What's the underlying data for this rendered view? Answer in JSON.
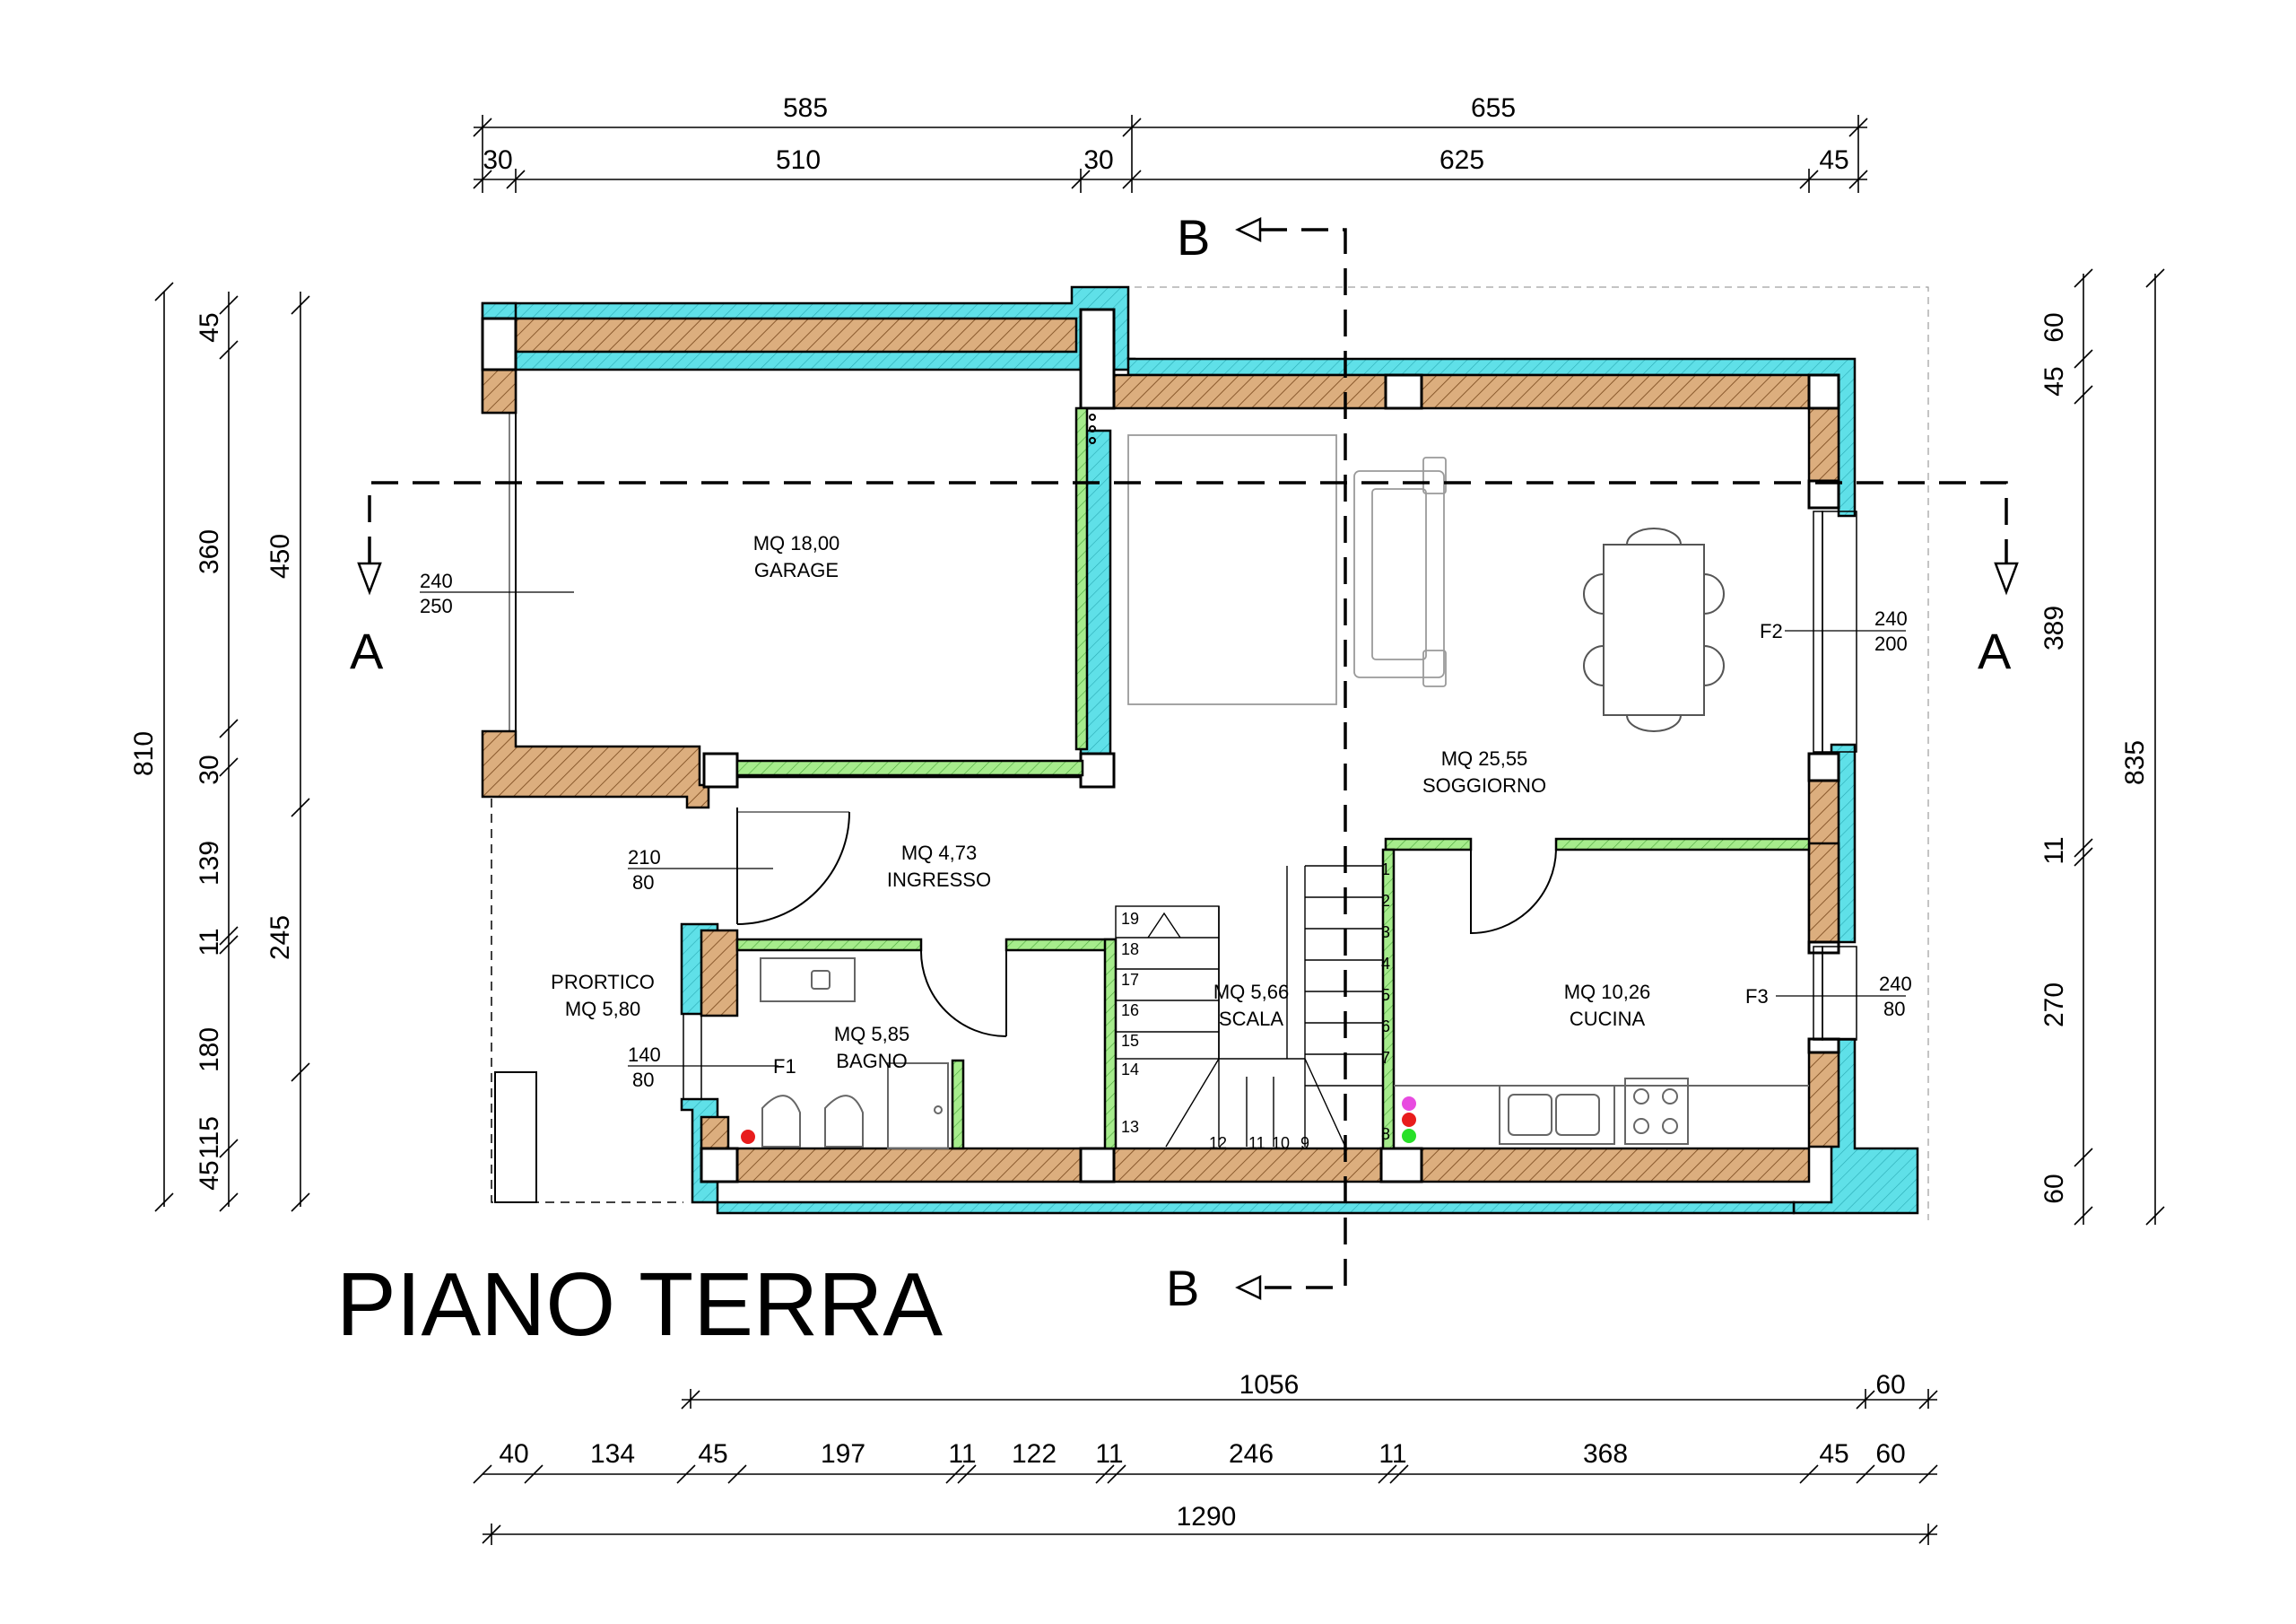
{
  "title": "PIANO TERRA",
  "section_marks": {
    "a": "A",
    "b": "B"
  },
  "rooms": {
    "garage": {
      "area": "MQ 18,00",
      "name": "GARAGE"
    },
    "soggiorno": {
      "area": "MQ 25,55",
      "name": "SOGGIORNO"
    },
    "ingresso": {
      "area": "MQ 4,73",
      "name": "INGRESSO"
    },
    "scala": {
      "area": "MQ 5,66",
      "name": "SCALA"
    },
    "cucina": {
      "area": "MQ 10,26",
      "name": "CUCINA"
    },
    "bagno": {
      "area": "MQ 5,85",
      "name": "BAGNO"
    },
    "portico": {
      "name": "PRORTICO",
      "area": "MQ 5,80"
    }
  },
  "openings": {
    "garage_door": {
      "h": "240",
      "w": "250"
    },
    "entry_door": {
      "h": "210",
      "w": "80"
    },
    "f1": {
      "id": "F1",
      "h": "140",
      "w": "80"
    },
    "f2": {
      "id": "F2",
      "h": "240",
      "w": "200"
    },
    "f3": {
      "id": "F3",
      "h": "240",
      "w": "80"
    }
  },
  "stair_steps": [
    "1",
    "2",
    "3",
    "4",
    "5",
    "6",
    "7",
    "8",
    "9",
    "10",
    "11",
    "12",
    "13",
    "14",
    "15",
    "16",
    "17",
    "18",
    "19"
  ],
  "dims": {
    "top_total": [
      "585",
      "655"
    ],
    "top_detail": [
      "30",
      "510",
      "30",
      "625",
      "45"
    ],
    "bottom_1": [
      "1056",
      "60"
    ],
    "bottom_2": [
      "40",
      "134",
      "45",
      "197",
      "11",
      "122",
      "11",
      "246",
      "11",
      "368",
      "45",
      "60"
    ],
    "bottom_total": "1290",
    "left_total": "810",
    "left_mid": [
      "450",
      "245"
    ],
    "left_detail": [
      "45",
      "360",
      "30",
      "139",
      "11",
      "180",
      "115",
      "45"
    ],
    "right_detail": [
      "60",
      "45",
      "389",
      "11",
      "270",
      "60"
    ],
    "right_total": "835"
  },
  "colors": {
    "insulation": "#5fe0e8",
    "brick": "#d9a878",
    "partition": "#8fe27a",
    "outlet_magenta": "#e84be0",
    "outlet_red": "#e81c1c",
    "outlet_green": "#28e028"
  }
}
